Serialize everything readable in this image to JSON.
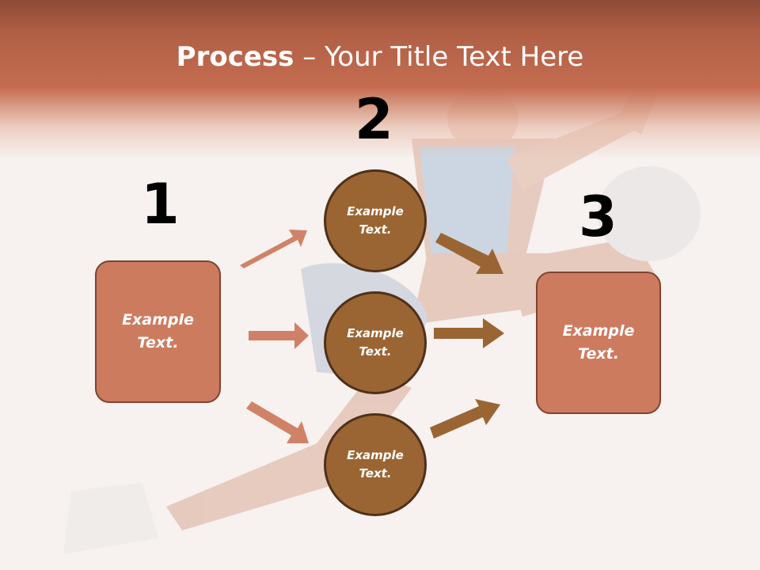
{
  "title": {
    "bold": "Process",
    "separator": " – ",
    "rest": "Your Title Text Here"
  },
  "steps": [
    {
      "number": "1",
      "text": "Example\nText."
    },
    {
      "number": "2",
      "text": "Example\nText."
    },
    {
      "number": "3",
      "text": "Example\nText."
    }
  ],
  "circles": [
    {
      "text": "Example\nText."
    },
    {
      "text": "Example\nText."
    },
    {
      "text": "Example\nText."
    }
  ],
  "colors": {
    "header": "#c46c50",
    "box_fill": "#cd7b5f",
    "circle_fill": "#9a6533",
    "arrow_left": "#cd7b5f",
    "arrow_right": "#9a6533"
  }
}
